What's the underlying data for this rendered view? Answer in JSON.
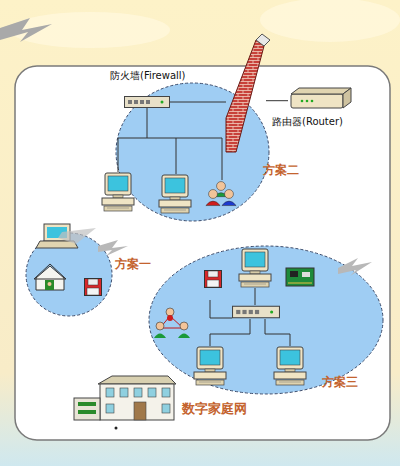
{
  "diagram": {
    "nodes": [
      {
        "text": [
          "防火墙(Firewall)"
        ]
      },
      {
        "text": [
          "路由器(Router)"
        ]
      },
      {
        "text": [
          "方案二"
        ]
      },
      {
        "text": [
          "方案一"
        ]
      },
      {
        "text": [
          "方案三"
        ]
      }
    ],
    "edges": [
      {
        "from": 0,
        "to": 1,
        "arrow": "none"
      }
    ],
    "labels": [
      "数字家庭网"
    ]
  }
}
